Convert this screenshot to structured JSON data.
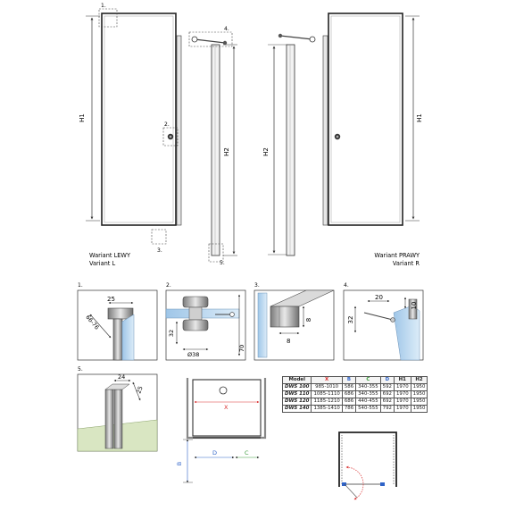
{
  "labels": {
    "h1": "H1",
    "h2": "H2",
    "n1": "1.",
    "n2": "2.",
    "n3": "3.",
    "n4": "4.",
    "n5": "5.",
    "variant_left_pl": "Wariant LEWY",
    "variant_left_en": "Variant L",
    "variant_right_pl": "Wariant PRAWY",
    "variant_right_en": "Variant R"
  },
  "details": {
    "d1": {
      "dim_a": "25",
      "dim_b": "66-76"
    },
    "d2": {
      "dim_h": "32",
      "dim_base": "70",
      "dia": "Ø38"
    },
    "d3": {
      "dim_w": "8",
      "dim_h": "8"
    },
    "d4": {
      "dim_w": "20",
      "dim_h": "10",
      "dim_v": "32"
    },
    "d5": {
      "dim_a": "24",
      "dim_b": "25"
    }
  },
  "plan": {
    "x": "X",
    "d": "D",
    "c": "C",
    "b": "B"
  },
  "colors": {
    "x": "#d93030",
    "b": "#2f63c8",
    "c": "#3a9a3a",
    "d": "#2f63c8"
  },
  "table": {
    "headers": [
      "Model",
      "X",
      "B",
      "C",
      "D",
      "H1",
      "H2"
    ],
    "rows": [
      [
        "DWS 100",
        "985-1010",
        "586",
        "340-355",
        "592",
        "1970",
        "1950"
      ],
      [
        "DWS 110",
        "1085-1110",
        "686",
        "340-355",
        "692",
        "1970",
        "1950"
      ],
      [
        "DWS 120",
        "1185-1210",
        "686",
        "440-455",
        "692",
        "1970",
        "1950"
      ],
      [
        "DWS 140",
        "1385-1410",
        "786",
        "540-555",
        "792",
        "1970",
        "1950"
      ]
    ]
  }
}
